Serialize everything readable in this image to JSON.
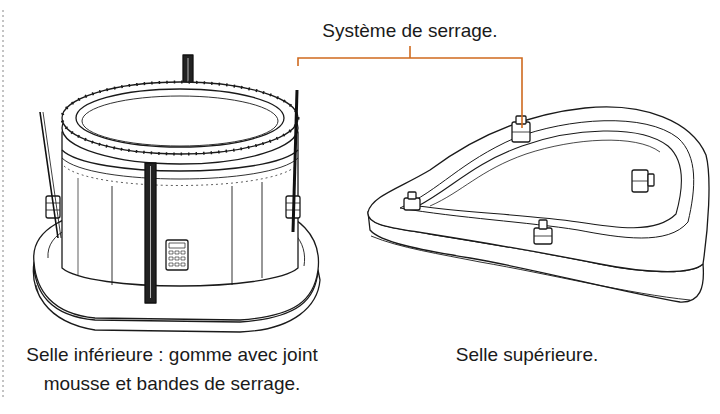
{
  "diagram": {
    "labels": [
      "Système de serrage.",
      "Selle inférieure : gomme avec joint mousse et bandes de serrage.",
      "Selle supérieure."
    ]
  }
}
